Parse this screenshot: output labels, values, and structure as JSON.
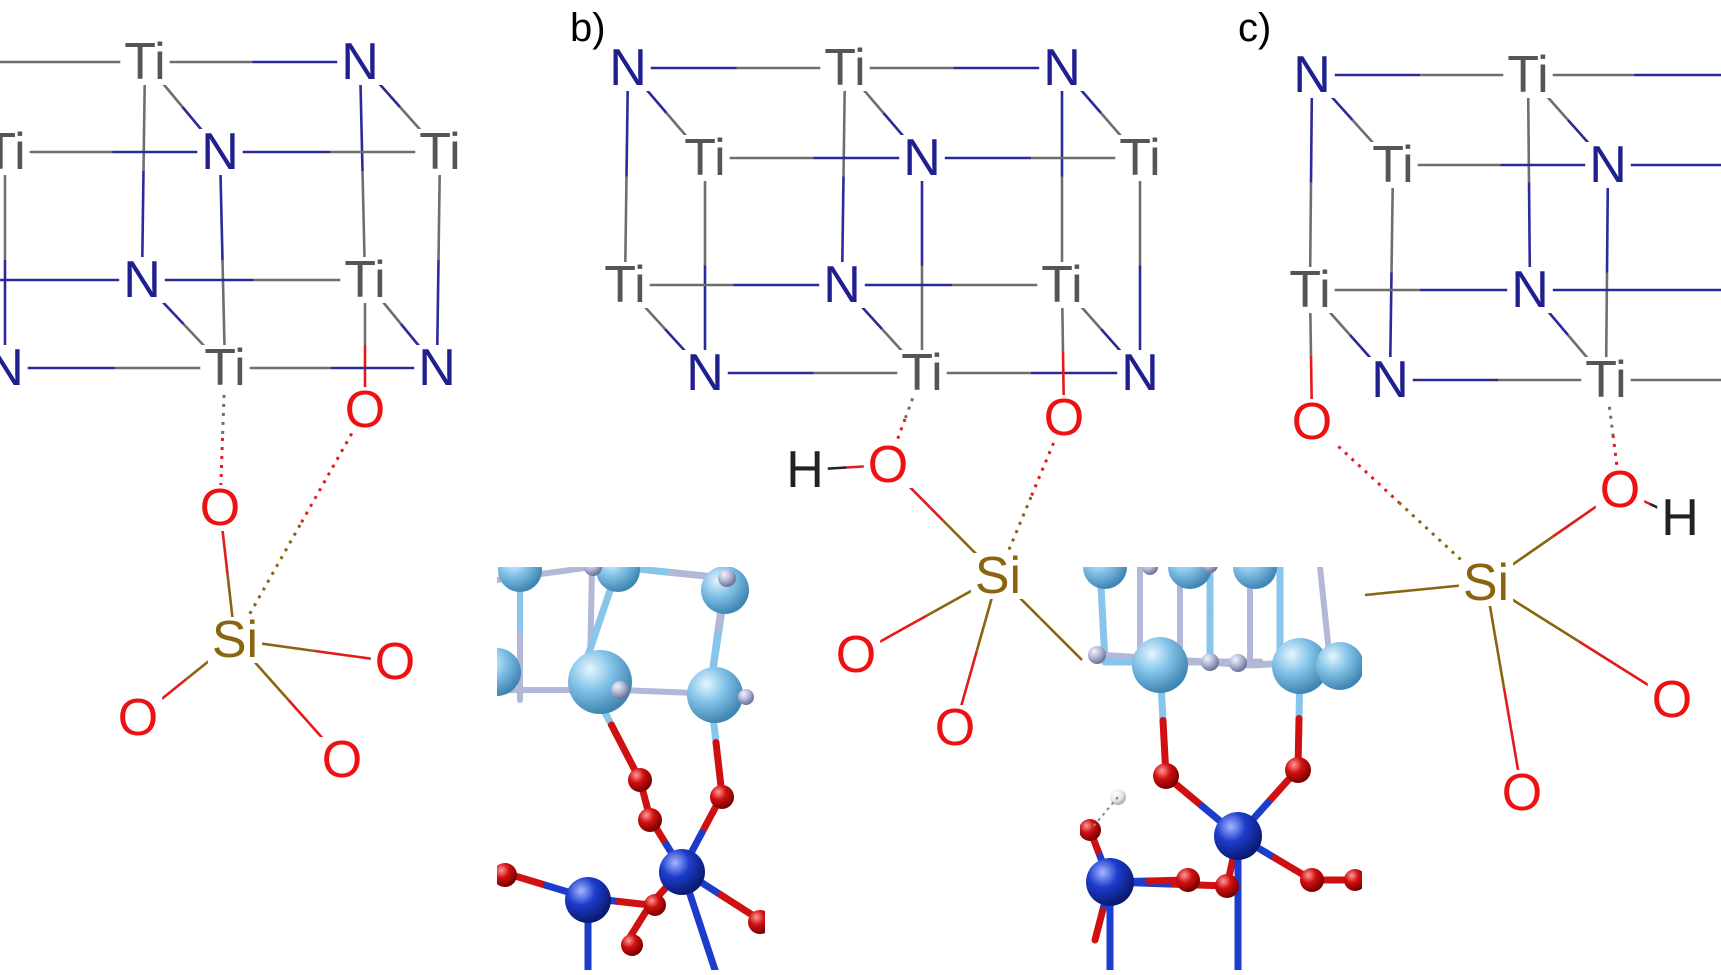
{
  "figure": {
    "panel_labels": [
      "b)",
      "c)"
    ]
  },
  "colors": {
    "ti": "#555555",
    "n": "#1f1f8f",
    "o": "#ee1111",
    "si": "#8b6410",
    "h": "#222222",
    "bond_ti": "#6e6e6e",
    "bond_n": "#2a2a9a",
    "bond_o": "#e21b1b",
    "bond_si": "#8b6410",
    "render_ti": "#87c5ea",
    "render_n": "#b3b8d6",
    "render_o": "#d01010",
    "render_si": "#1c3ccc",
    "render_h": "#f0e6e6"
  },
  "atoms": {
    "ti": "Ti",
    "n": "N",
    "o": "O",
    "si": "Si",
    "h": "H"
  }
}
